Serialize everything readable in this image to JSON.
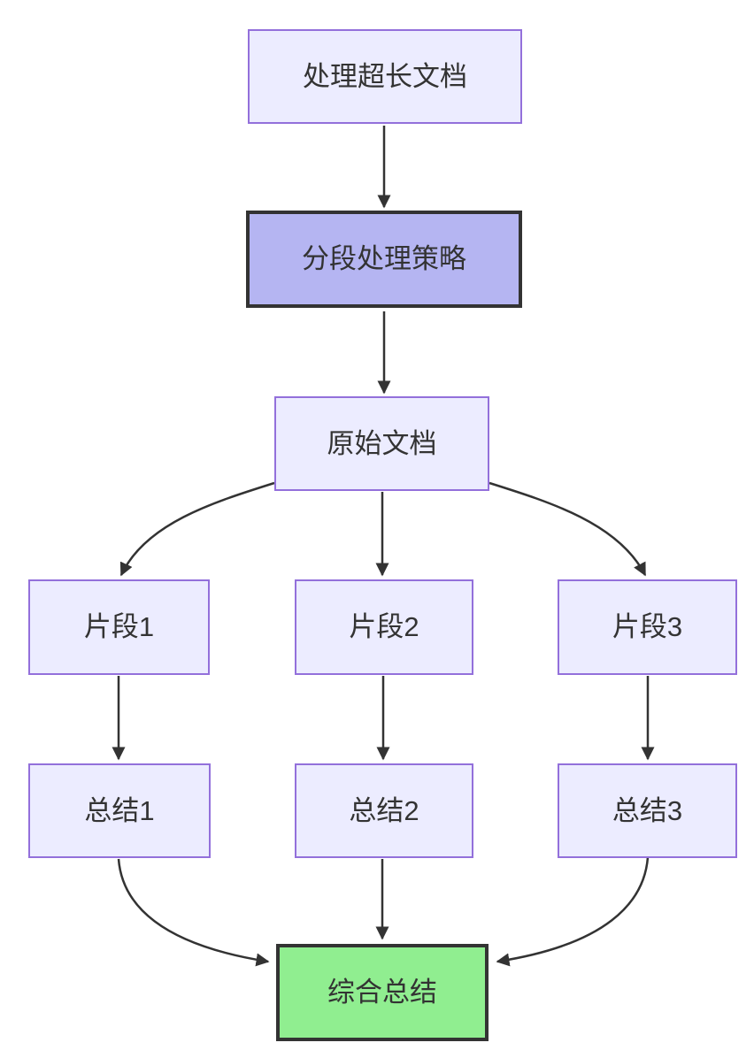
{
  "diagram": {
    "type": "flowchart",
    "direction": "top-down",
    "nodes": [
      {
        "id": "A",
        "label": "处理超长文档",
        "style": "default"
      },
      {
        "id": "B",
        "label": "分段处理策略",
        "style": "emphasis"
      },
      {
        "id": "C",
        "label": "原始文档",
        "style": "default"
      },
      {
        "id": "D",
        "label": "片段1",
        "style": "default"
      },
      {
        "id": "E",
        "label": "片段2",
        "style": "default"
      },
      {
        "id": "F",
        "label": "片段3",
        "style": "default"
      },
      {
        "id": "G",
        "label": "总结1",
        "style": "default"
      },
      {
        "id": "H",
        "label": "总结2",
        "style": "default"
      },
      {
        "id": "I",
        "label": "总结3",
        "style": "default"
      },
      {
        "id": "J",
        "label": "综合总结",
        "style": "result"
      }
    ],
    "edges": [
      {
        "from": "处理超长文档",
        "to": "分段处理策略"
      },
      {
        "from": "分段处理策略",
        "to": "原始文档"
      },
      {
        "from": "原始文档",
        "to": "片段1"
      },
      {
        "from": "原始文档",
        "to": "片段2"
      },
      {
        "from": "原始文档",
        "to": "片段3"
      },
      {
        "from": "片段1",
        "to": "总结1"
      },
      {
        "from": "片段2",
        "to": "总结2"
      },
      {
        "from": "片段3",
        "to": "总结3"
      },
      {
        "from": "总结1",
        "to": "综合总结"
      },
      {
        "from": "总结2",
        "to": "综合总结"
      },
      {
        "from": "总结3",
        "to": "综合总结"
      }
    ],
    "colors": {
      "node_fill": "#ECECFF",
      "node_border": "#9370DB",
      "emphasis_fill": "#b5b5f2",
      "emphasis_border": "#333333",
      "result_fill": "#90EE90",
      "result_border": "#333333",
      "edge_stroke": "#333333",
      "text_color": "#333333",
      "background": "#ffffff"
    }
  }
}
